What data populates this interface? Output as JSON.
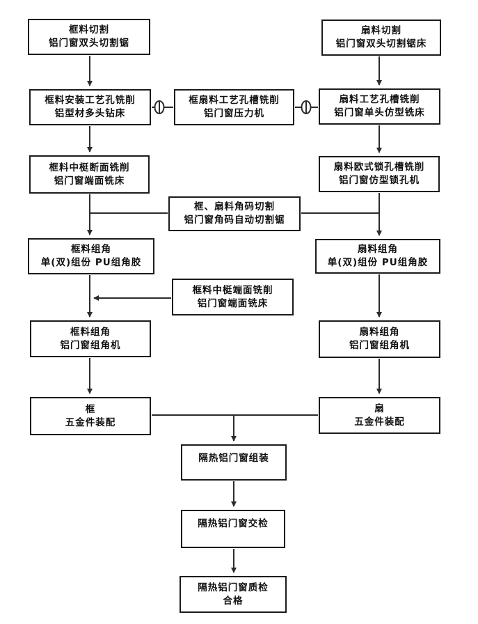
{
  "nodes": {
    "frame_cut": {
      "line1": "框料切割",
      "line2": "铝门窗双头切割锯"
    },
    "sash_cut": {
      "line1": "扇料切割",
      "line2": "铝门窗双头切割锯床"
    },
    "frame_hole_mill": {
      "line1": "框料安装工艺孔铣削",
      "line2": "铝型材多头钻床"
    },
    "frame_sash_groove": {
      "line1": "框扇料工艺孔槽铣削",
      "line2": "铝门窗压力机"
    },
    "sash_groove_mill": {
      "line1": "扇料工艺孔槽铣削",
      "line2": "铝门窗单头仿型铣床"
    },
    "frame_mullion_section": {
      "line1": "框料中梃断面铣削",
      "line2": "铝门窗端面铣床"
    },
    "sash_lock_mill": {
      "line1": "扇料欧式锁孔槽铣削",
      "line2": "铝门窗仿型锁孔机"
    },
    "corner_cut": {
      "line1": "框、扇料角码切割",
      "line2": "铝门窗角码自动切割锯"
    },
    "frame_corner_glue": {
      "line1": "框料组角",
      "line2": "单(双)组份 PU组角胶"
    },
    "sash_corner_glue": {
      "line1": "扇料组角",
      "line2": "单(双)组份 PU组角胶"
    },
    "frame_mullion_end": {
      "line1": "框料中梃端面铣削",
      "line2": "铝门窗端面铣床"
    },
    "frame_corner_machine": {
      "line1": "框料组角",
      "line2": "铝门窗组角机"
    },
    "sash_corner_machine": {
      "line1": "扇料组角",
      "line2": "铝门窗组角机"
    },
    "frame_hardware": {
      "line1": "框",
      "line2": "五金件装配"
    },
    "sash_hardware": {
      "line1": "扇",
      "line2": "五金件装配"
    },
    "assembly": {
      "line1": "隔热铝门窗组装"
    },
    "inspection": {
      "line1": "隔热铝门窗交检"
    },
    "quality_check": {
      "line1": "隔热铝门窗质检",
      "line2": "合格"
    }
  },
  "icons": {
    "junction": "circled-vertical-bar-icon"
  },
  "colors": {
    "line": "#2b2b2b",
    "box_border": "#1b1b1b",
    "text": "#111111",
    "background": "#ffffff"
  }
}
